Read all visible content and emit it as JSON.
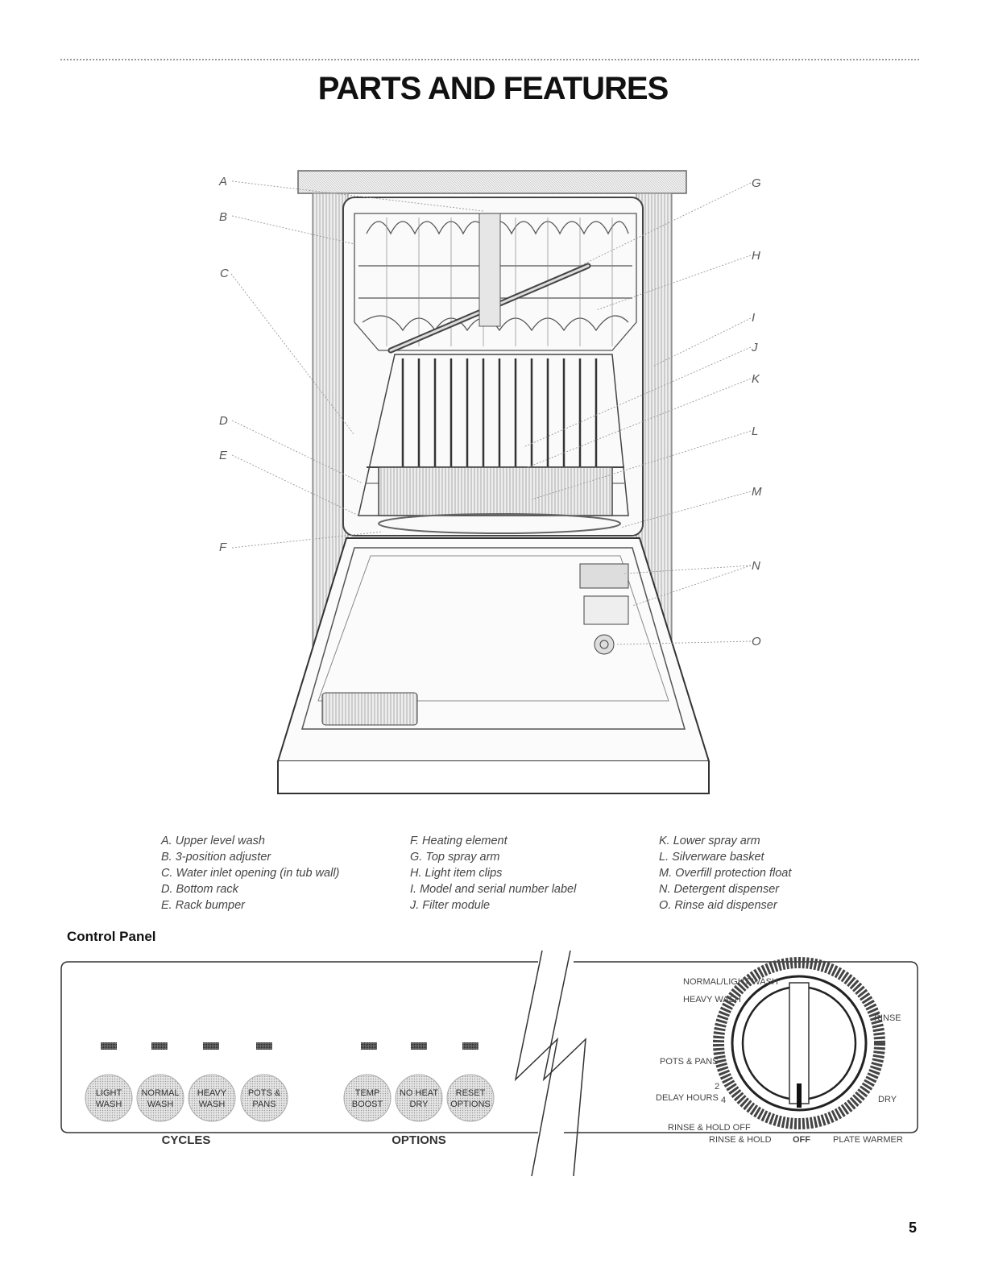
{
  "page": {
    "title": "PARTS AND FEATURES",
    "page_number": "5"
  },
  "callouts": [
    "A",
    "B",
    "C",
    "D",
    "E",
    "F",
    "G",
    "H",
    "I",
    "J",
    "K",
    "L",
    "M",
    "N",
    "O"
  ],
  "legend": {
    "col1": [
      "A. Upper level wash",
      "B. 3-position adjuster",
      "C. Water inlet opening (in tub wall)",
      "D. Bottom rack",
      "E. Rack bumper"
    ],
    "col2": [
      "F. Heating element",
      "G. Top spray arm",
      "H. Light item clips",
      "I. Model and serial number label",
      "J. Filter module"
    ],
    "col3": [
      "K. Lower spray arm",
      "L. Silverware basket",
      "M. Overfill protection float",
      "N. Detergent dispenser",
      "O. Rinse aid dispenser"
    ]
  },
  "control_panel": {
    "title": "Control Panel",
    "cycles_label": "CYCLES",
    "options_label": "OPTIONS",
    "cycle_buttons": [
      {
        "line1": "LIGHT",
        "line2": "WASH"
      },
      {
        "line1": "NORMAL",
        "line2": "WASH"
      },
      {
        "line1": "HEAVY",
        "line2": "WASH"
      },
      {
        "line1": "POTS &",
        "line2": "PANS"
      }
    ],
    "option_buttons": [
      {
        "line1": "TEMP",
        "line2": "BOOST"
      },
      {
        "line1": "NO HEAT",
        "line2": "DRY"
      },
      {
        "line1": "RESET",
        "line2": "OPTIONS"
      }
    ],
    "dial": {
      "normal_light_wash": "NORMAL/LIGHT WASH",
      "heavy_wash": "HEAVY WASH",
      "rinse": "RINSE",
      "pots_pans": "POTS & PANS",
      "delay_hours": "DELAY HOURS",
      "delay_2": "2",
      "delay_4": "4",
      "dry": "DRY",
      "rinse_hold_off": "RINSE & HOLD OFF",
      "rinse_hold": "RINSE & HOLD",
      "off": "OFF",
      "plate_warmer": "PLATE WARMER"
    }
  }
}
